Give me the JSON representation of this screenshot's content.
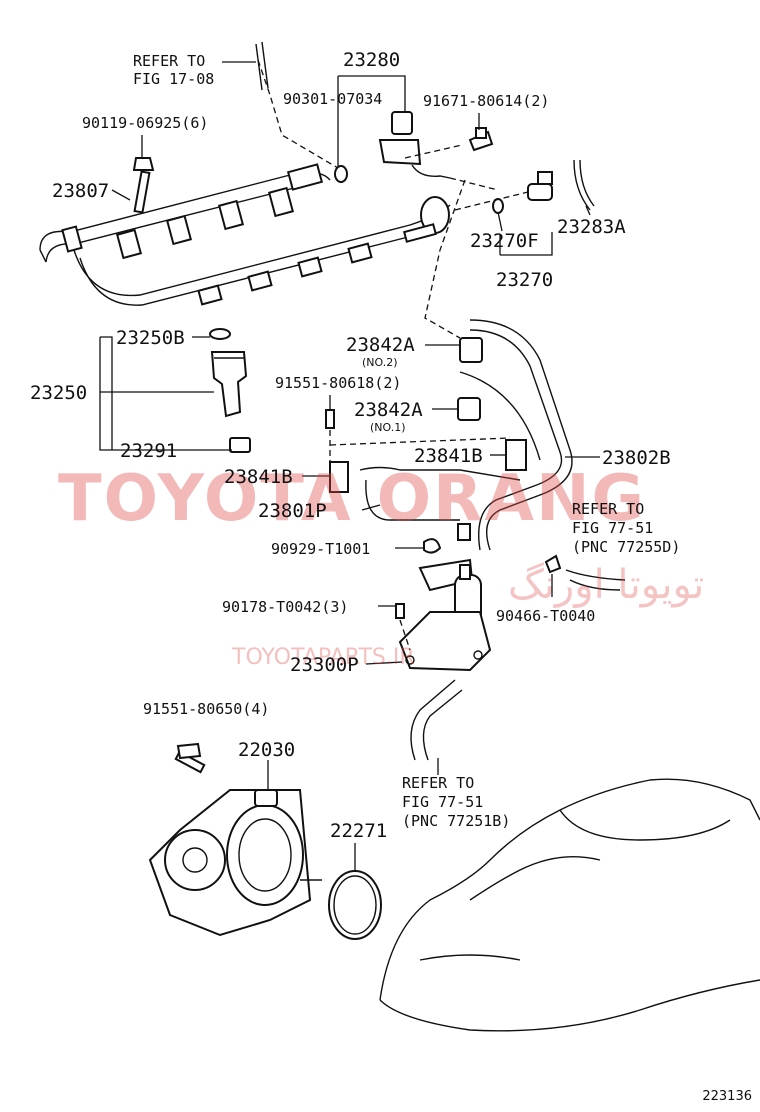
{
  "parts": {
    "p23280": "23280",
    "p90301": "90301-07034",
    "p91671": "91671-80614(2)",
    "p90119": "90119-06925(6)",
    "p23807": "23807",
    "p23270F": "23270F",
    "p23283A": "23283A",
    "p23270": "23270",
    "p23250B": "23250B",
    "p23250": "23250",
    "p23291": "23291",
    "p23842A_1": "23842A",
    "no2": "(NO.2)",
    "p91551_618": "91551-80618(2)",
    "p23842A_2": "23842A",
    "no1": "(NO.1)",
    "p23841B_left": "23841B",
    "p23841B_right": "23841B",
    "p23802B": "23802B",
    "p23801P": "23801P",
    "p90929": "90929-T1001",
    "p90178": "90178-T0042(3)",
    "p90466": "90466-T0040",
    "p23300P": "23300P",
    "p91551_650": "91551-80650(4)",
    "p22030": "22030",
    "p22271": "22271"
  },
  "refs": {
    "fig17_line1": "REFER TO",
    "fig17_line2": "FIG 17-08",
    "fig77a_line1": "REFER TO",
    "fig77a_line2": "FIG 77-51",
    "fig77a_line3": "(PNC 77255D)",
    "fig77b_line1": "REFER TO",
    "fig77b_line2": "FIG 77-51",
    "fig77b_line3": "(PNC 77251B)"
  },
  "watermark": {
    "latin": "TOYOTA ORANG",
    "arabic": "تویوتا اورنگ",
    "site": "TOYOTAPARTS.IR"
  },
  "footer": {
    "diagram_id": "223136"
  },
  "colors": {
    "ink": "#111111",
    "watermark": "#e04a4a"
  }
}
